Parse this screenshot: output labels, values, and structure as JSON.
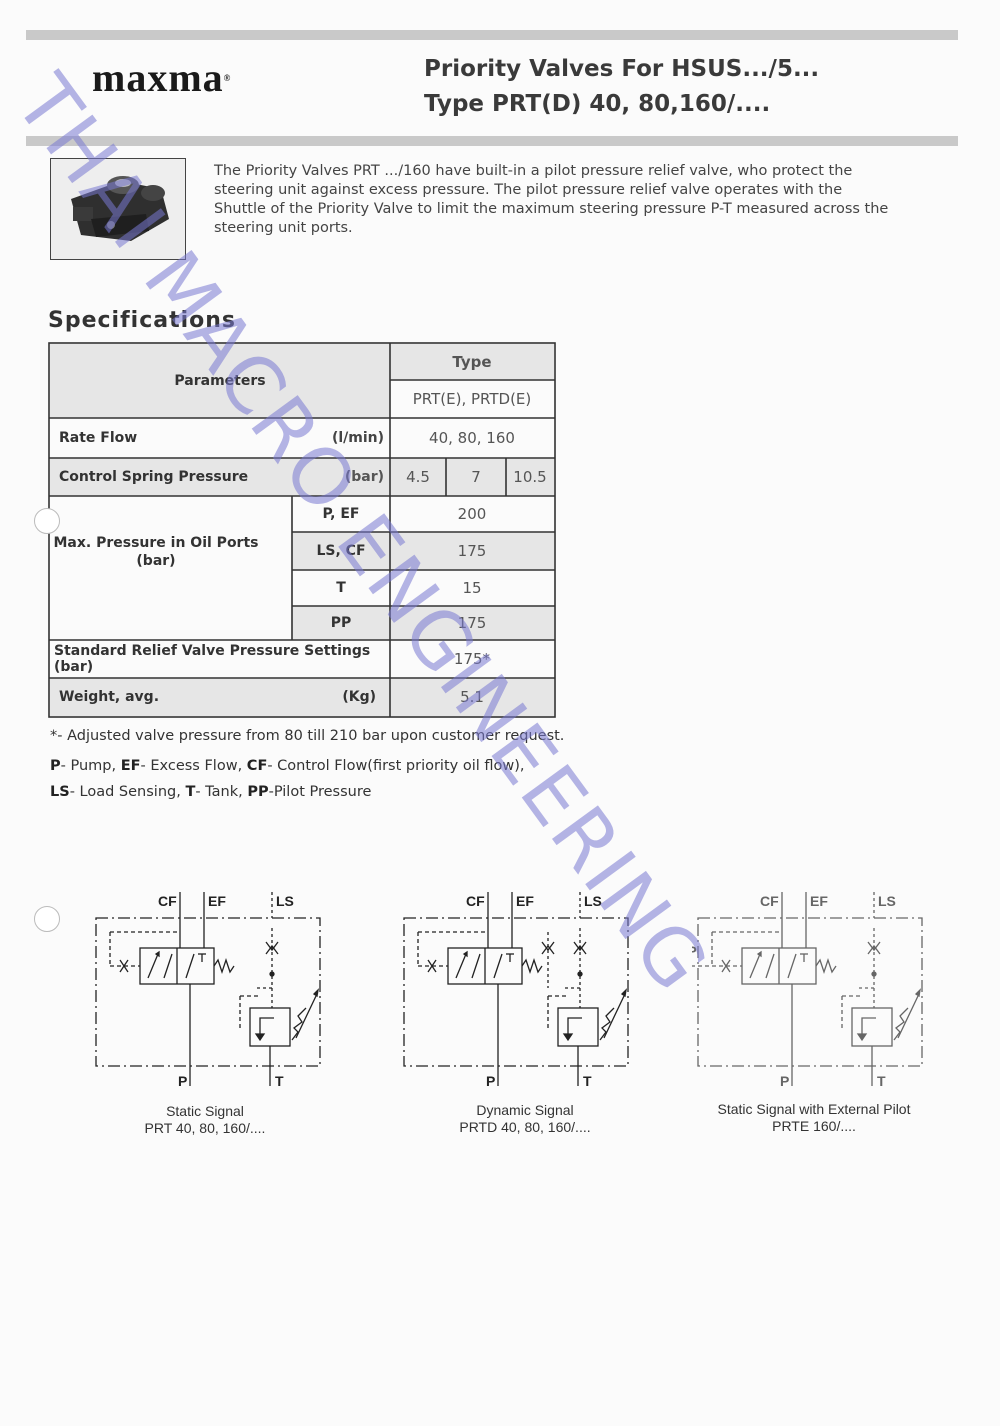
{
  "header": {
    "brand": "maxma",
    "title_line1": "Priority Valves For HSUS.../5...",
    "title_line2": "Type PRT(D) 40, 80,160/...."
  },
  "intro": "The Priority Valves PRT .../160 have built-in a pilot pressure relief valve, who protect the steering unit against excess pressure. The pilot pressure relief valve operates with the Shuttle of the Priority Valve to limit the maximum steering pressure P-T measured across the steering unit ports.",
  "specifications": {
    "heading": "Specifications",
    "parameters_label": "Parameters",
    "type_label": "Type",
    "type_value": "PRT(E), PRTD(E)",
    "rows": {
      "rate_flow": {
        "label": "Rate Flow",
        "unit": "(l/min)",
        "value": "40, 80, 160"
      },
      "control_spring": {
        "label": "Control Spring Pressure",
        "unit": "(bar)",
        "values": [
          "4.5",
          "7",
          "10.5"
        ]
      },
      "max_pressure": {
        "label": "Max. Pressure in Oil Ports",
        "unit": "(bar)",
        "ports": [
          {
            "port": "P, EF",
            "value": "200"
          },
          {
            "port": "LS, CF",
            "value": "175"
          },
          {
            "port": "T",
            "value": "15"
          },
          {
            "port": "PP",
            "value": "175"
          }
        ]
      },
      "relief": {
        "label": "Standard Relief Valve Pressure Settings (bar)",
        "value": "175*"
      },
      "weight": {
        "label": "Weight, avg.",
        "unit": "(Kg)",
        "value": "5.1"
      }
    }
  },
  "notes": {
    "adjusted": "*- Adjusted valve pressure from 80 till 210 bar upon customer request.",
    "legend_line1": [
      {
        "key": "P",
        "text": "- Pump, "
      },
      {
        "key": "EF",
        "text": "- Excess Flow, "
      },
      {
        "key": "CF",
        "text": "- Control Flow(first priority oil  flow),"
      }
    ],
    "legend_line2": [
      {
        "key": "LS",
        "text": "- Load Sensing, "
      },
      {
        "key": "T",
        "text": "- Tank, "
      },
      {
        "key": "PP",
        "text": "-Pilot Pressure"
      }
    ]
  },
  "diagrams": [
    {
      "caption1": "Static Signal",
      "caption2": "PRT 40, 80, 160/....",
      "pp": ""
    },
    {
      "caption1": "Dynamic Signal",
      "caption2": "PRTD 40, 80, 160/....",
      "pp": ""
    },
    {
      "caption1": "Static Signal with External Pilot",
      "caption2": "PRTE 160/....",
      "pp": "PP"
    }
  ],
  "port_labels": {
    "cf": "CF",
    "ef": "EF",
    "ls": "LS",
    "p": "P",
    "t": "T"
  },
  "watermark": "THAI MACRO ENGINEERING"
}
